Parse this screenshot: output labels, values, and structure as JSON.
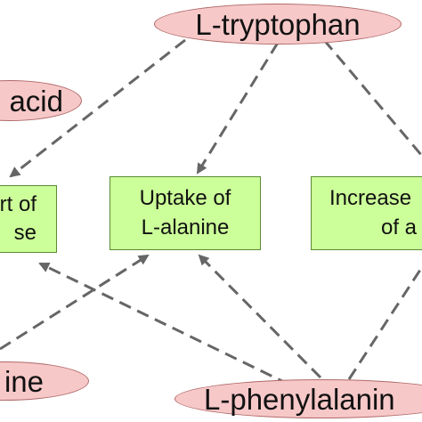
{
  "nodes": {
    "tryptophan": {
      "label": "L-tryptophan"
    },
    "acid": {
      "label": "acid"
    },
    "ine": {
      "label": "ine"
    },
    "phenylalanine": {
      "label": "L-phenylalanin"
    },
    "transport_partial": {
      "line1": "rt of",
      "line2": "se"
    },
    "uptake_alanine": {
      "line1": "Uptake of",
      "line2": "L-alanine"
    },
    "increase_partial": {
      "line1": "Increase",
      "line2": "of a"
    }
  },
  "colors": {
    "oval_fill": "#f7c8c8",
    "oval_border": "#b06a6a",
    "box_fill": "#ccff99",
    "box_border": "#5a8a33",
    "edge": "#666666"
  }
}
